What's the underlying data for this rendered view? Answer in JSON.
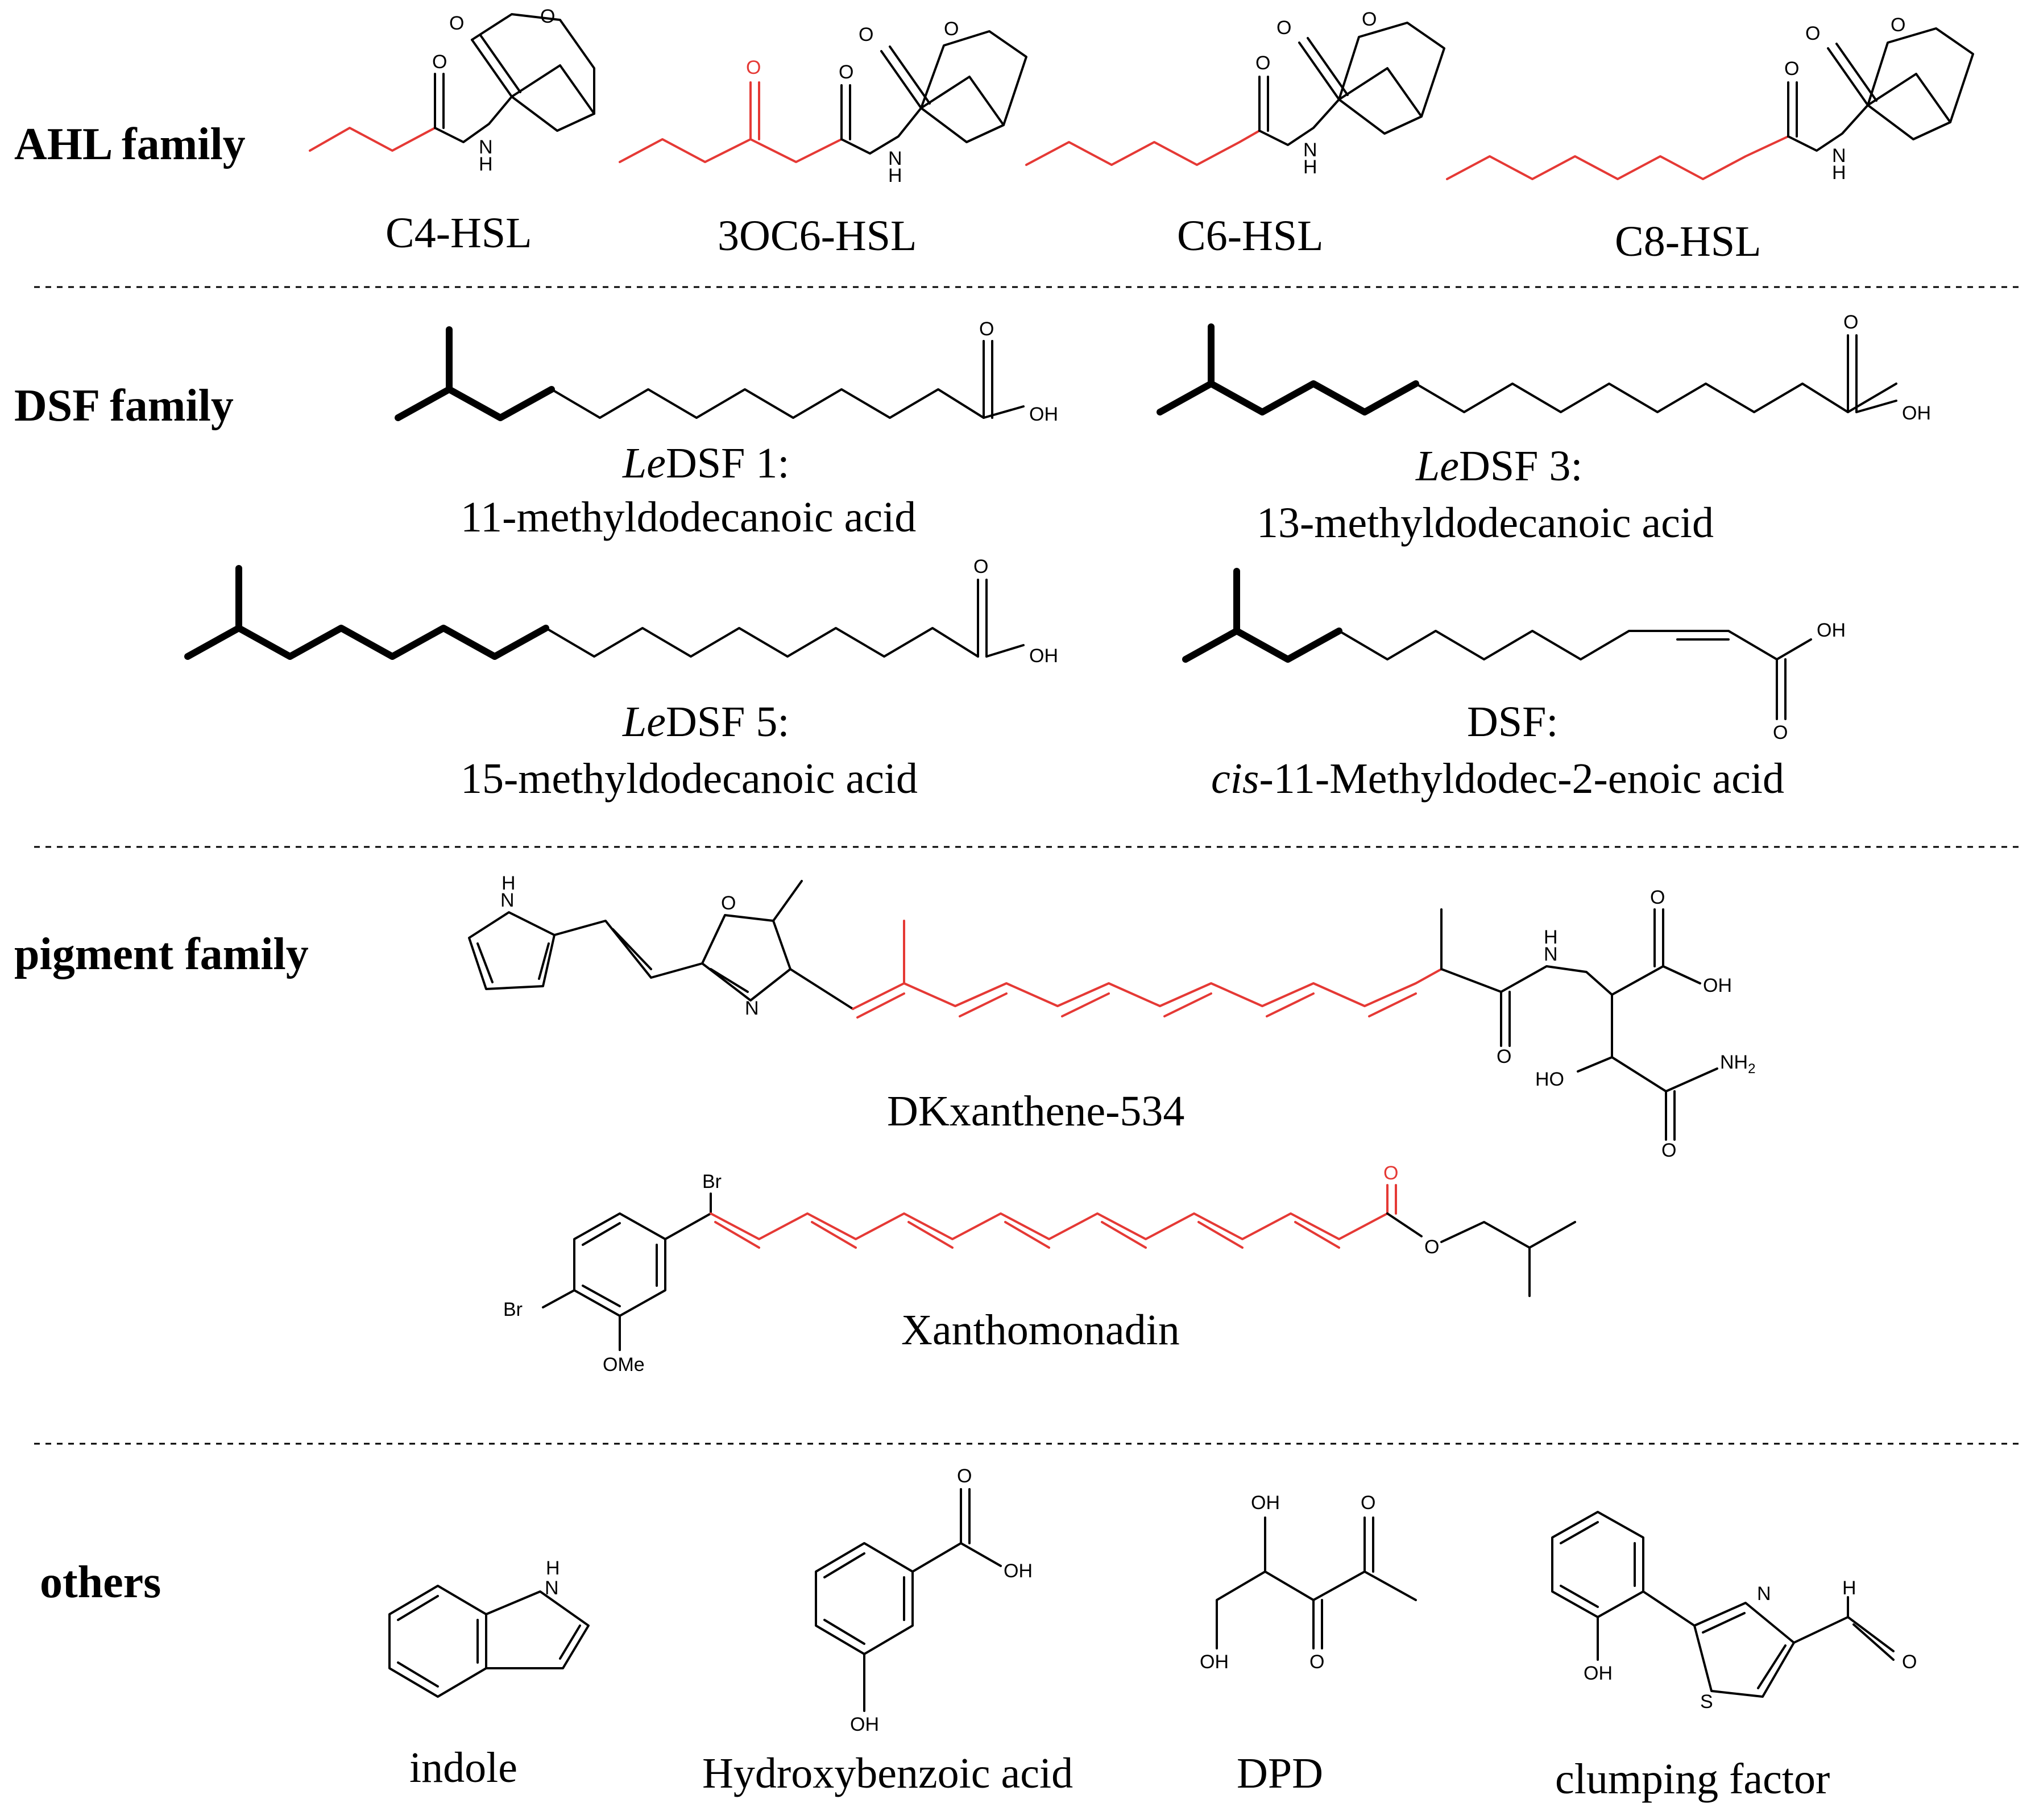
{
  "families": {
    "ahl": "AHL family",
    "dsf": "DSF family",
    "pigment": "pigment family",
    "others": "others"
  },
  "ahl": {
    "c4": "C4-HSL",
    "oc6": "3OC6-HSL",
    "c6": "C6-HSL",
    "c8": "C8-HSL"
  },
  "dsf": {
    "d1_prefix": "Le",
    "d1_name": "DSF 1:",
    "d1_sub": "11-methyldodecanoic acid",
    "d3_prefix": "Le",
    "d3_name": "DSF 3:",
    "d3_sub": "13-methyldodecanoic acid",
    "d5_prefix": "Le",
    "d5_name": "DSF 5:",
    "d5_sub": "15-methyldodecanoic acid",
    "dsf_name": "DSF:",
    "dsf_sub_prefix": "cis",
    "dsf_sub": "-11-Methyldodec-2-enoic acid"
  },
  "pigment": {
    "dk": "DKxanthene-534",
    "xan": "Xanthomonadin"
  },
  "others": {
    "indole": "indole",
    "hba": "Hydroxybenzoic acid",
    "dpd": "DPD",
    "clump": "clumping factor"
  },
  "atoms": {
    "O": "O",
    "H": "H",
    "N": "N",
    "OH": "OH",
    "HO": "HO",
    "NH2": "NH",
    "sub2": "2",
    "S": "S",
    "Br": "Br",
    "OMe": "OMe"
  },
  "colors": {
    "highlight": "#e53935",
    "ink": "#000000"
  }
}
